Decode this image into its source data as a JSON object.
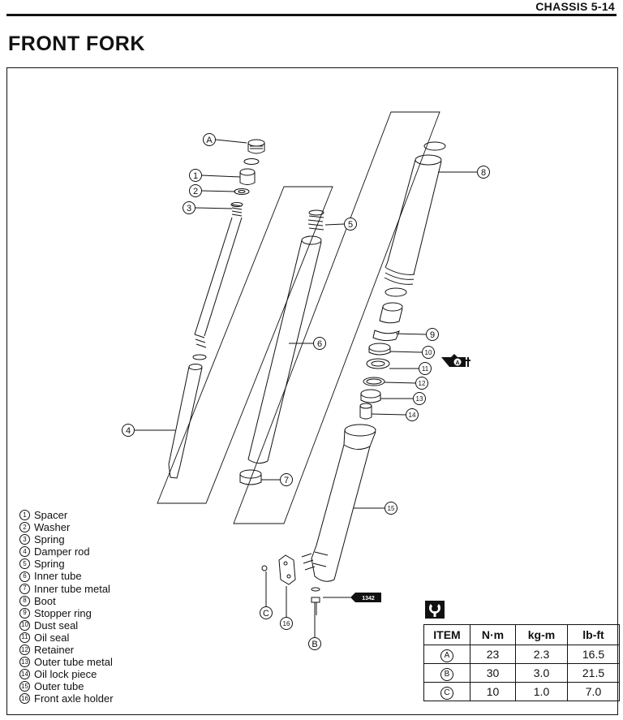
{
  "header": {
    "section": "CHASSIS 5-14",
    "title": "FRONT FORK"
  },
  "callouts": [
    "A",
    "1",
    "2",
    "3",
    "4",
    "5",
    "6",
    "7",
    "8",
    "9",
    "10",
    "11",
    "12",
    "13",
    "14",
    "15",
    "16",
    "B",
    "C"
  ],
  "thread_lock_tag": "1342",
  "oil_symbol_letter": "A",
  "legend": [
    {
      "num": "1",
      "label": "Spacer"
    },
    {
      "num": "2",
      "label": "Washer"
    },
    {
      "num": "3",
      "label": "Spring"
    },
    {
      "num": "4",
      "label": "Damper rod"
    },
    {
      "num": "5",
      "label": "Spring"
    },
    {
      "num": "6",
      "label": "Inner tube"
    },
    {
      "num": "7",
      "label": "Inner tube metal"
    },
    {
      "num": "8",
      "label": "Boot"
    },
    {
      "num": "9",
      "label": "Stopper ring"
    },
    {
      "num": "10",
      "label": "Dust seal"
    },
    {
      "num": "11",
      "label": "Oil seal"
    },
    {
      "num": "12",
      "label": "Retainer"
    },
    {
      "num": "13",
      "label": "Outer tube metal"
    },
    {
      "num": "14",
      "label": "Oil lock piece"
    },
    {
      "num": "15",
      "label": "Outer tube"
    },
    {
      "num": "16",
      "label": "Front axle holder"
    }
  ],
  "torque_table": {
    "headers": [
      "ITEM",
      "N·m",
      "kg-m",
      "lb-ft"
    ],
    "rows": [
      {
        "item": "A",
        "nm": "23",
        "kgm": "2.3",
        "lbft": "16.5"
      },
      {
        "item": "B",
        "nm": "30",
        "kgm": "3.0",
        "lbft": "21.5"
      },
      {
        "item": "C",
        "nm": "10",
        "kgm": "1.0",
        "lbft": "7.0"
      }
    ]
  },
  "icons": {
    "torque": "torque-wrench-icon",
    "oil": "oil-can-icon",
    "lock": "thread-lock-icon"
  }
}
